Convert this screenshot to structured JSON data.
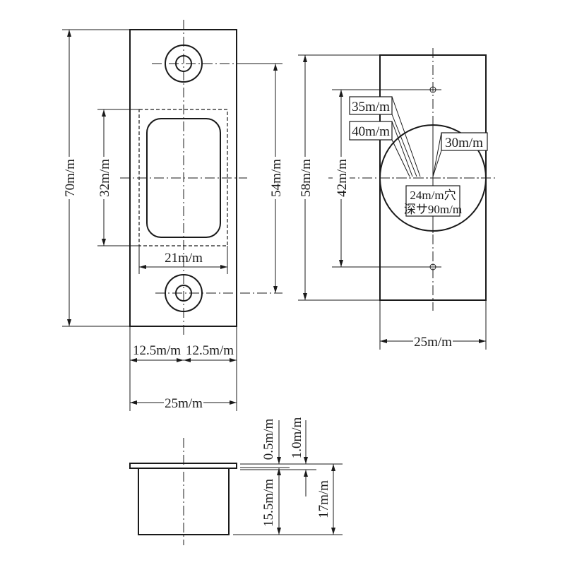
{
  "front_view": {
    "height": "70m/m",
    "opening_height": "32m/m",
    "screw_pitch": "54m/m",
    "opening_width": "21m/m",
    "half_width_left": "12.5m/m",
    "half_width_right": "12.5m/m",
    "width": "25m/m"
  },
  "side_view": {
    "height": "58m/m",
    "screw_pitch": "42m/m",
    "width": "25m/m",
    "callout_35": "35m/m",
    "callout_40": "40m/m",
    "callout_30": "30m/m",
    "hole_line1": "24m/m穴",
    "hole_line2": "深サ90m/m"
  },
  "bottom_view": {
    "flange_thickness": "0.5m/m",
    "offset": "1.0m/m",
    "body_depth": "15.5m/m",
    "total_depth": "17m/m"
  }
}
